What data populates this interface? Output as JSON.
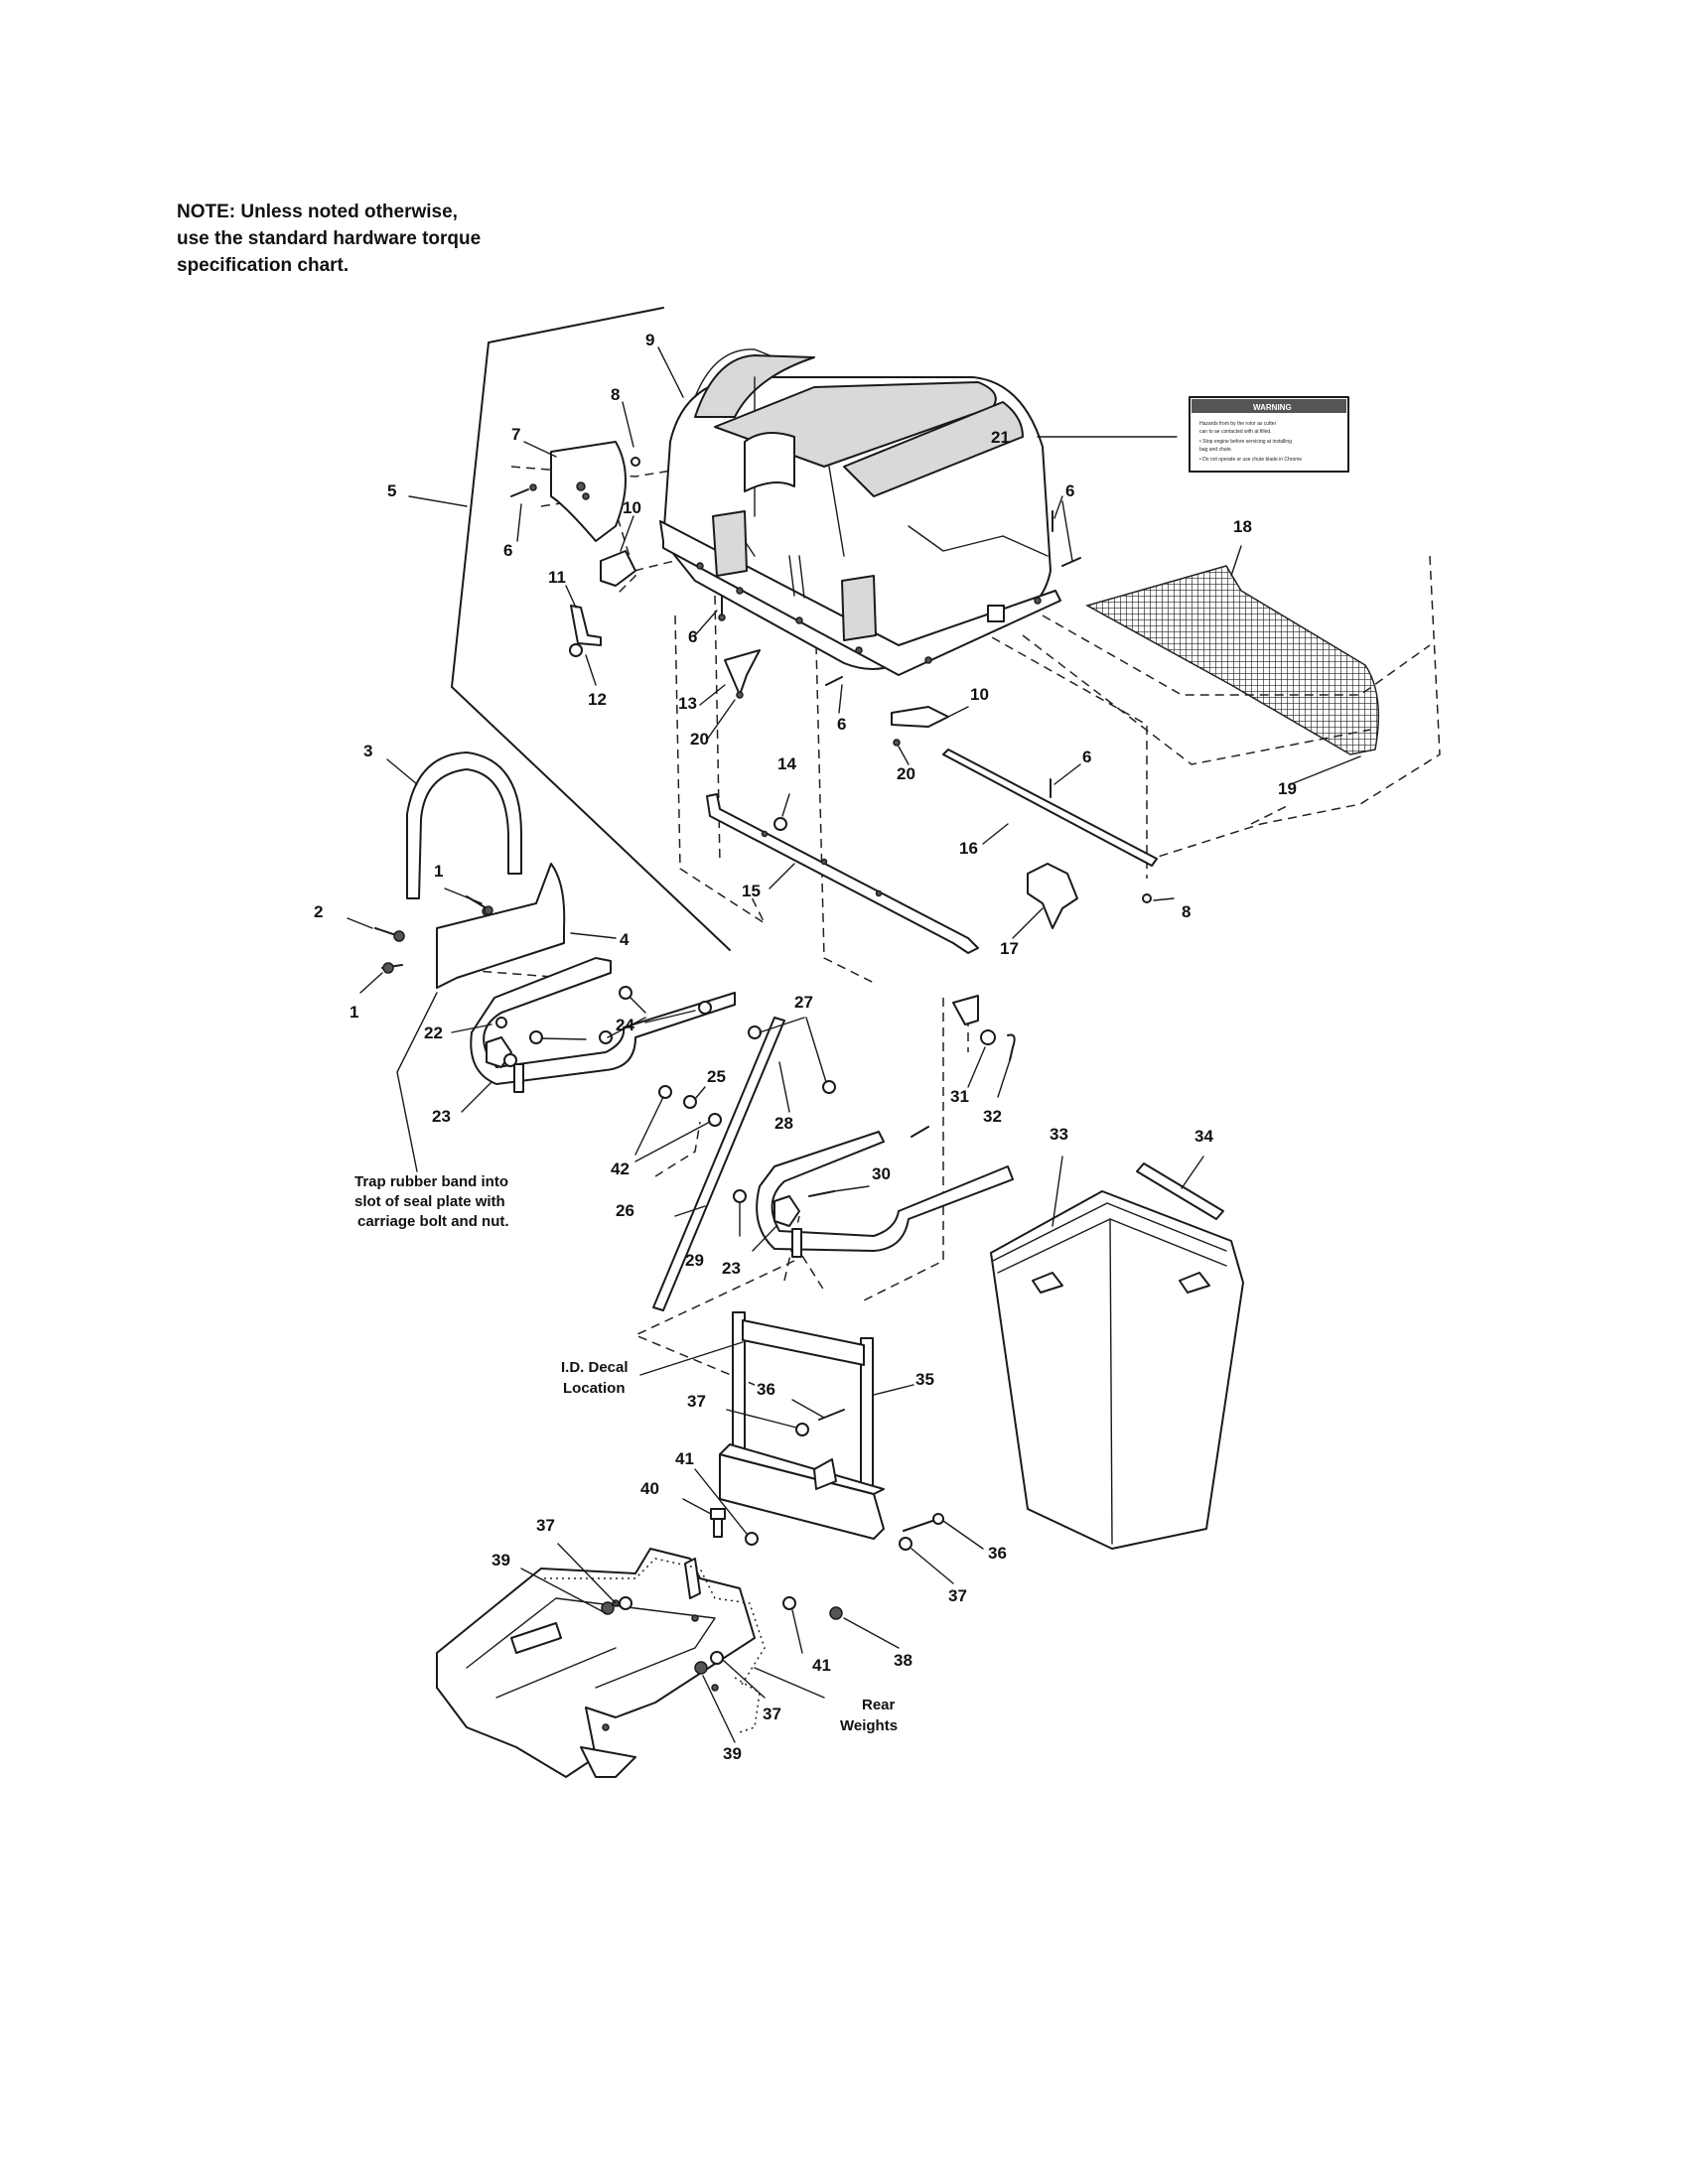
{
  "note": {
    "line1": "NOTE: Unless noted otherwise,",
    "line2": "use the standard hardware torque",
    "line3": "specification chart."
  },
  "decal": {
    "title": "WARNING",
    "lines": [
      "Hazards from by the  rotor  as cutter",
      "can to ae contacted with at filled.",
      "• Stop engine before servicing at installing",
      "bag and chute.",
      "• Do not operate or use chute blade in Chrome"
    ]
  },
  "annotations": {
    "trap_band": [
      "Trap rubber band into",
      "slot of seal plate with",
      "carriage bolt and nut."
    ],
    "id_decal": [
      "I.D. Decal",
      "Location"
    ],
    "rear_weights": [
      "Rear",
      "Weights"
    ]
  },
  "callouts": [
    {
      "id": "c1a",
      "num": "1"
    },
    {
      "id": "c1b",
      "num": "1"
    },
    {
      "id": "c2",
      "num": "2"
    },
    {
      "id": "c3",
      "num": "3"
    },
    {
      "id": "c4",
      "num": "4"
    },
    {
      "id": "c5",
      "num": "5"
    },
    {
      "id": "c6a",
      "num": "6"
    },
    {
      "id": "c6b",
      "num": "6"
    },
    {
      "id": "c6c",
      "num": "6"
    },
    {
      "id": "c6d",
      "num": "6"
    },
    {
      "id": "c6e",
      "num": "6"
    },
    {
      "id": "c7",
      "num": "7"
    },
    {
      "id": "c8a",
      "num": "8"
    },
    {
      "id": "c8b",
      "num": "8"
    },
    {
      "id": "c9",
      "num": "9"
    },
    {
      "id": "c10a",
      "num": "10"
    },
    {
      "id": "c10b",
      "num": "10"
    },
    {
      "id": "c11",
      "num": "11"
    },
    {
      "id": "c12",
      "num": "12"
    },
    {
      "id": "c13",
      "num": "13"
    },
    {
      "id": "c14",
      "num": "14"
    },
    {
      "id": "c15",
      "num": "15"
    },
    {
      "id": "c16",
      "num": "16"
    },
    {
      "id": "c17",
      "num": "17"
    },
    {
      "id": "c18",
      "num": "18"
    },
    {
      "id": "c19",
      "num": "19"
    },
    {
      "id": "c20a",
      "num": "20"
    },
    {
      "id": "c20b",
      "num": "20"
    },
    {
      "id": "c21",
      "num": "21"
    },
    {
      "id": "c22",
      "num": "22"
    },
    {
      "id": "c23a",
      "num": "23"
    },
    {
      "id": "c23b",
      "num": "23"
    },
    {
      "id": "c24",
      "num": "24"
    },
    {
      "id": "c25",
      "num": "25"
    },
    {
      "id": "c26",
      "num": "26"
    },
    {
      "id": "c27",
      "num": "27"
    },
    {
      "id": "c28",
      "num": "28"
    },
    {
      "id": "c29",
      "num": "29"
    },
    {
      "id": "c30",
      "num": "30"
    },
    {
      "id": "c31",
      "num": "31"
    },
    {
      "id": "c32",
      "num": "32"
    },
    {
      "id": "c33",
      "num": "33"
    },
    {
      "id": "c34",
      "num": "34"
    },
    {
      "id": "c35",
      "num": "35"
    },
    {
      "id": "c36a",
      "num": "36"
    },
    {
      "id": "c36b",
      "num": "36"
    },
    {
      "id": "c37a",
      "num": "37"
    },
    {
      "id": "c37b",
      "num": "37"
    },
    {
      "id": "c37c",
      "num": "37"
    },
    {
      "id": "c37d",
      "num": "37"
    },
    {
      "id": "c38",
      "num": "38"
    },
    {
      "id": "c39a",
      "num": "39"
    },
    {
      "id": "c39b",
      "num": "39"
    },
    {
      "id": "c40",
      "num": "40"
    },
    {
      "id": "c41a",
      "num": "41"
    },
    {
      "id": "c41b",
      "num": "41"
    },
    {
      "id": "c42",
      "num": "42"
    }
  ]
}
